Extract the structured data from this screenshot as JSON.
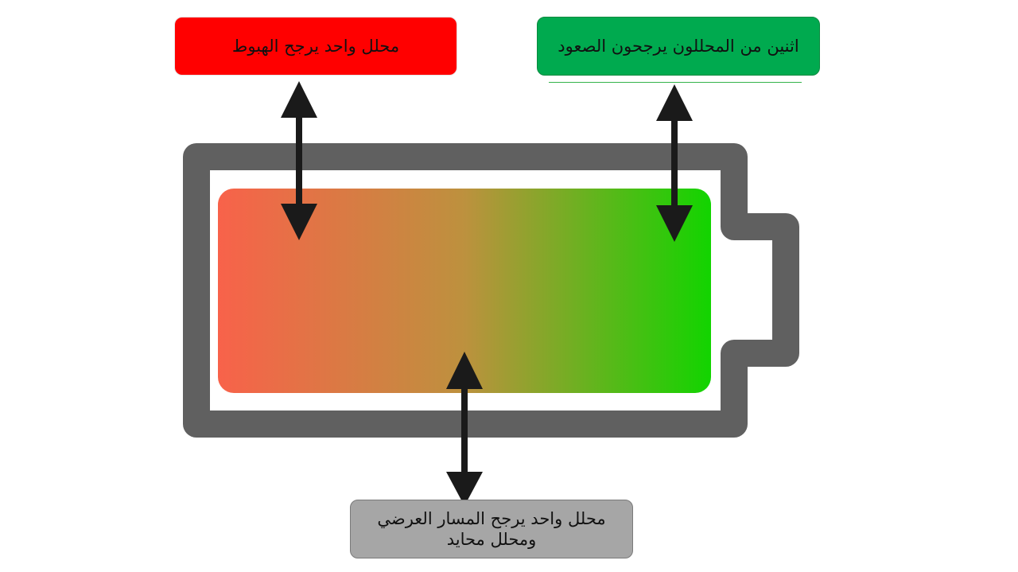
{
  "labels": {
    "down": "محلل واحد يرجح الهبوط",
    "up": "اثنين من المحللون يرجحون الصعود",
    "side_line1": "محلل واحد يرجح المسار العرضي",
    "side_line2": "ومحلل محايد"
  },
  "colors": {
    "down_box": "#ff0000",
    "up_box": "#00aa4f",
    "side_box": "#a6a6a6",
    "battery_outline": "#606060",
    "gradient_start": "#f8624a",
    "gradient_mid": "#bd913e",
    "gradient_end": "#12d400",
    "arrow": "#1a1a1a"
  },
  "icons": {
    "battery": "battery-icon",
    "arrows": "double-headed-arrow-icon"
  }
}
